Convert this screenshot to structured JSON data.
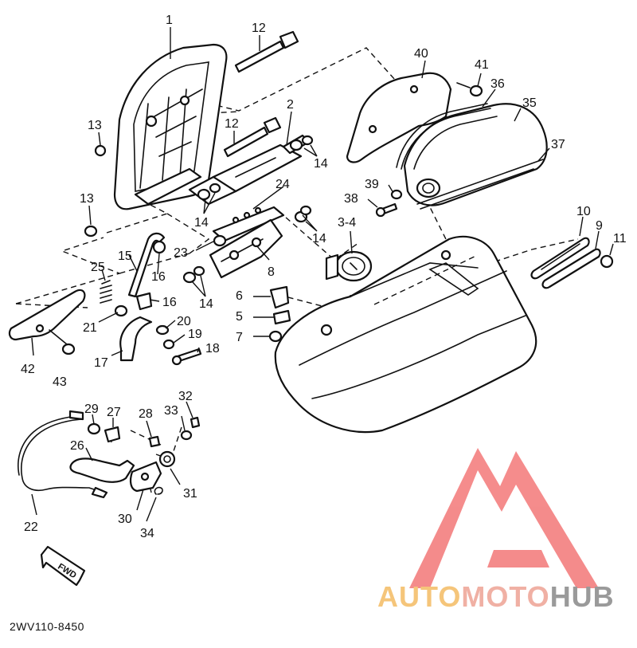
{
  "callouts": [
    "1",
    "12",
    "12",
    "13",
    "13",
    "2",
    "14",
    "14",
    "14",
    "14",
    "24",
    "23",
    "8",
    "15",
    "16",
    "16",
    "25",
    "21",
    "42",
    "43",
    "17",
    "20",
    "19",
    "18",
    "6",
    "5",
    "7",
    "3-4",
    "40",
    "41",
    "36",
    "35",
    "37",
    "39",
    "38",
    "10",
    "9",
    "11",
    "29",
    "27",
    "28",
    "33",
    "32",
    "26",
    "31",
    "30",
    "34",
    "22"
  ],
  "fwd_label": "FWD",
  "diagram_code": "2WV110-8450",
  "watermark": {
    "part1": "AUTO",
    "part2": "MOTO",
    "part3": "HUB",
    "colors": {
      "part1": "#f5c57a",
      "part2": "#f0b0a4",
      "part3": "#9a9a9a",
      "logo": "#ee3f3f"
    }
  }
}
